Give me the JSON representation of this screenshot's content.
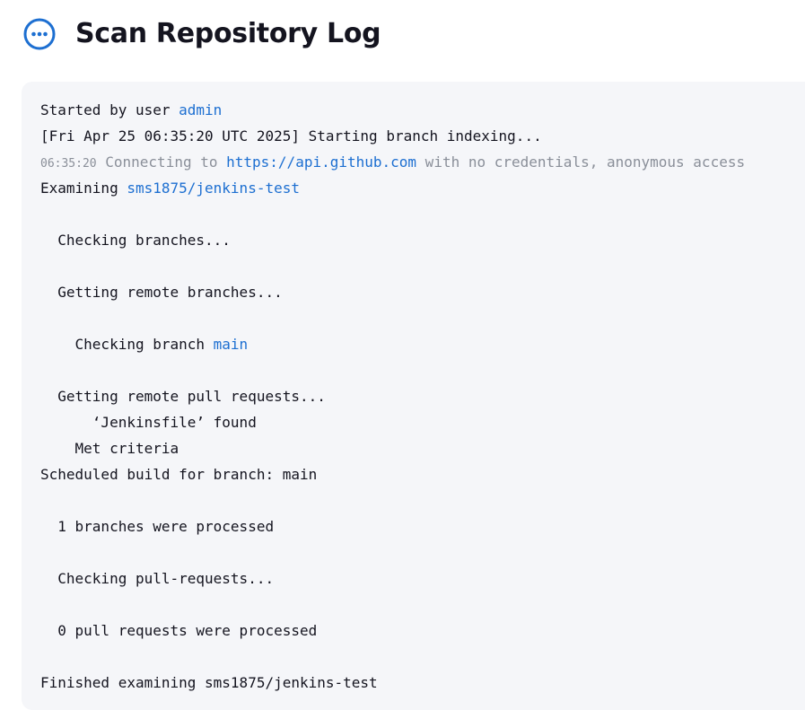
{
  "header": {
    "title": "Scan Repository Log",
    "icon": "more-horizontal-circle-icon",
    "accent_color": "#1d6fd1"
  },
  "log": {
    "line1": {
      "prefix": "Started by user ",
      "user_link": "admin"
    },
    "line2": {
      "text": "[Fri Apr 25 06:35:20 UTC 2025] Starting branch indexing..."
    },
    "line3": {
      "timestamp": "06:35:20",
      "text_before": " Connecting to ",
      "url_link": "https://api.github.com",
      "text_after": " with no credentials, anonymous access"
    },
    "line4": {
      "prefix": "Examining ",
      "repo_link": "sms1875/jenkins-test"
    },
    "line5": {
      "text": "  Checking branches..."
    },
    "line6": {
      "text": "  Getting remote branches..."
    },
    "line7": {
      "prefix": "    Checking branch ",
      "branch_link": "main"
    },
    "line8": {
      "text": "  Getting remote pull requests..."
    },
    "line9": {
      "text": "      ‘Jenkinsfile’ found"
    },
    "line10": {
      "text": "    Met criteria"
    },
    "line11": {
      "text": "Scheduled build for branch: main"
    },
    "line12": {
      "text": "  1 branches were processed"
    },
    "line13": {
      "text": "  Checking pull-requests..."
    },
    "line14": {
      "text": "  0 pull requests were processed"
    },
    "line15": {
      "text": "Finished examining sms1875/jenkins-test"
    }
  }
}
